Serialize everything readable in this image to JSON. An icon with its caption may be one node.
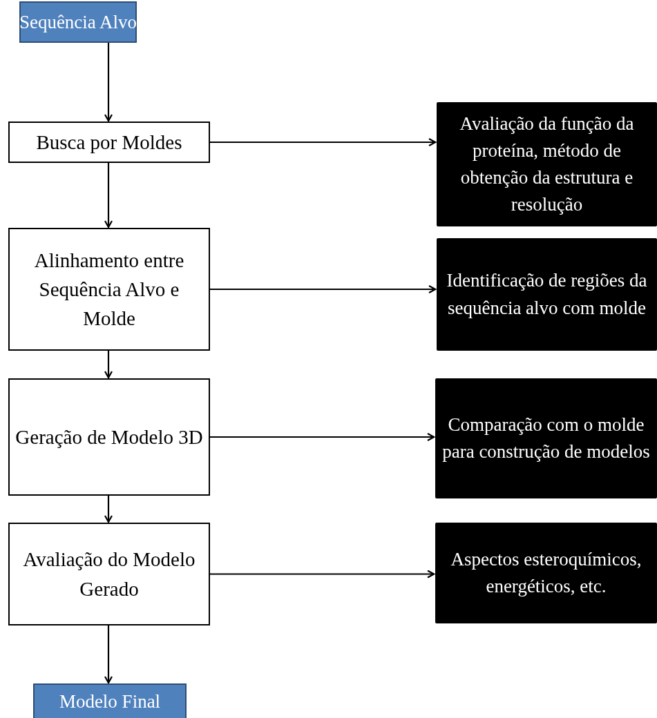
{
  "diagram": {
    "nodes": [
      {
        "text": [
          "Sequência Alvo"
        ]
      },
      {
        "text": [
          "Busca por Moldes"
        ]
      },
      {
        "text": [
          "Avaliação da função da proteína, método de obtenção da estrutura e resolução"
        ]
      },
      {
        "text": [
          "Alinhamento entre Sequência Alvo e Molde"
        ]
      },
      {
        "text": [
          "Identificação de regiões da sequência alvo com molde"
        ]
      },
      {
        "text": [
          "Geração de Modelo 3D"
        ]
      },
      {
        "text": [
          "Comparação com o molde para construção de modelos"
        ]
      },
      {
        "text": [
          "Avaliação do Modelo Gerado"
        ]
      },
      {
        "text": [
          "Aspectos esteroquímicos, energéticos, etc."
        ]
      },
      {
        "text": [
          "Modelo Final"
        ]
      }
    ],
    "edges": [
      {
        "from": 0,
        "to": 1,
        "arrow": "to"
      },
      {
        "from": 1,
        "to": 2,
        "arrow": "to"
      },
      {
        "from": 1,
        "to": 3,
        "arrow": "to"
      },
      {
        "from": 3,
        "to": 4,
        "arrow": "to"
      },
      {
        "from": 3,
        "to": 5,
        "arrow": "to"
      },
      {
        "from": 5,
        "to": 6,
        "arrow": "to"
      },
      {
        "from": 5,
        "to": 7,
        "arrow": "to"
      },
      {
        "from": 7,
        "to": 8,
        "arrow": "to"
      },
      {
        "from": 7,
        "to": 9,
        "arrow": "to"
      }
    ]
  }
}
